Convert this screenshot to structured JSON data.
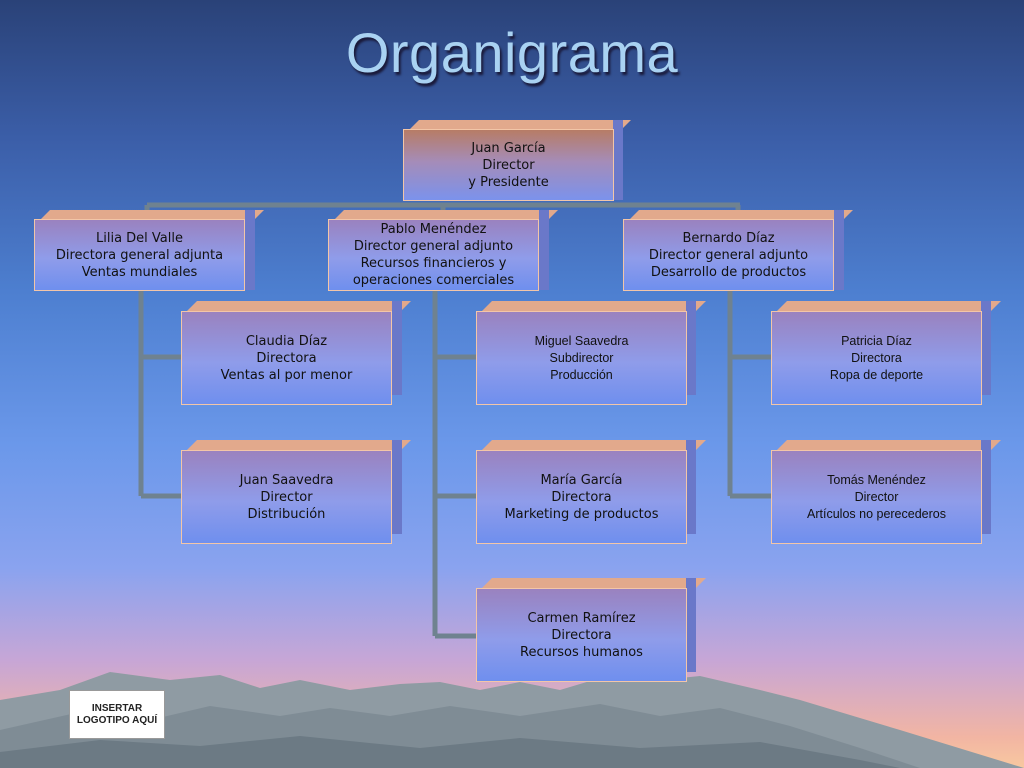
{
  "slide": {
    "title": "Organigrama",
    "logo_placeholder": "INSERTAR\nLOGOTIPO AQUÍ"
  },
  "org": {
    "president": {
      "name": "Juan García",
      "role": "Director",
      "dept": "y Presidente"
    },
    "lilia": {
      "name": "Lilia Del Valle",
      "role": "Directora general adjunta",
      "dept": "Ventas mundiales"
    },
    "pablo": {
      "name": "Pablo Menéndez",
      "role": "Director general adjunto",
      "dept": "Recursos financieros y\noperaciones comerciales"
    },
    "bernardo": {
      "name": "Bernardo Díaz",
      "role": "Director general adjunto",
      "dept": "Desarrollo de productos"
    },
    "claudia": {
      "name": "Claudia Díaz",
      "role": "Directora",
      "dept": "Ventas al por menor"
    },
    "juan_s": {
      "name": "Juan Saavedra",
      "role": "Director",
      "dept": "Distribución"
    },
    "miguel": {
      "name": "Miguel Saavedra",
      "role": "Subdirector",
      "dept": "Producción"
    },
    "maria": {
      "name": "María García",
      "role": "Directora",
      "dept": "Marketing de productos"
    },
    "carmen": {
      "name": "Carmen Ramírez",
      "role": "Directora",
      "dept": "Recursos humanos"
    },
    "patricia": {
      "name": "Patricia Díaz",
      "role": "Directora",
      "dept": "Ropa de deporte"
    },
    "tomas": {
      "name": "Tomás Menéndez",
      "role": "Director",
      "dept": "Artículos no perecederos"
    }
  },
  "colors": {
    "connector": "#6f8290",
    "box_border": "#f3c6a8",
    "title": "#a9d2f2"
  }
}
